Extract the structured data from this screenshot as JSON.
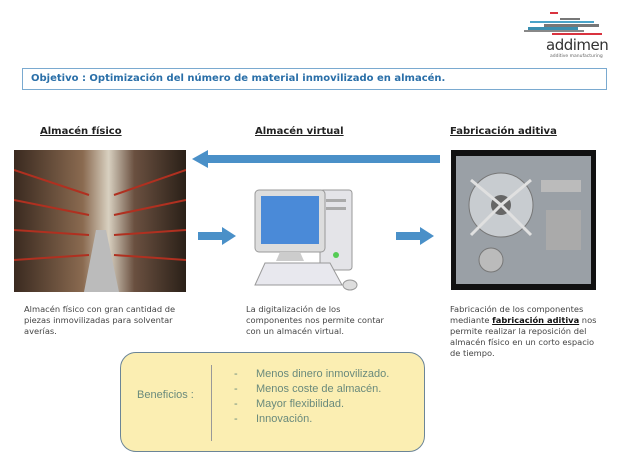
{
  "logo": {
    "name": "addimen",
    "tagline": "additive manufacturing"
  },
  "objective": "Objetivo : Optimización del número de material inmovilizado en almacén.",
  "columns": [
    {
      "heading": "Almacén físico",
      "description": "Almacén físico con gran cantidad de piezas inmovilizadas para solventar averías."
    },
    {
      "heading": "Almacén virtual",
      "description": "La digitalización de los componentes nos permite contar con un almacén virtual."
    },
    {
      "heading": "Fabricación aditiva",
      "description_pre": "Fabricación de los componentes mediante ",
      "description_bold": "fabricación aditiva",
      "description_post": " nos permite realizar la reposición del almacén físico en un corto espacio de tiempo."
    }
  ],
  "benefits": {
    "label": "Beneficios :",
    "items": [
      "Menos dinero inmovilizado.",
      "Menos coste de almacén.",
      "Mayor flexibilidad.",
      "Innovación."
    ]
  },
  "colors": {
    "accent": "#2a6fa8",
    "arrow": "#4a90c8",
    "benefits_bg": "#fbeeb2"
  }
}
